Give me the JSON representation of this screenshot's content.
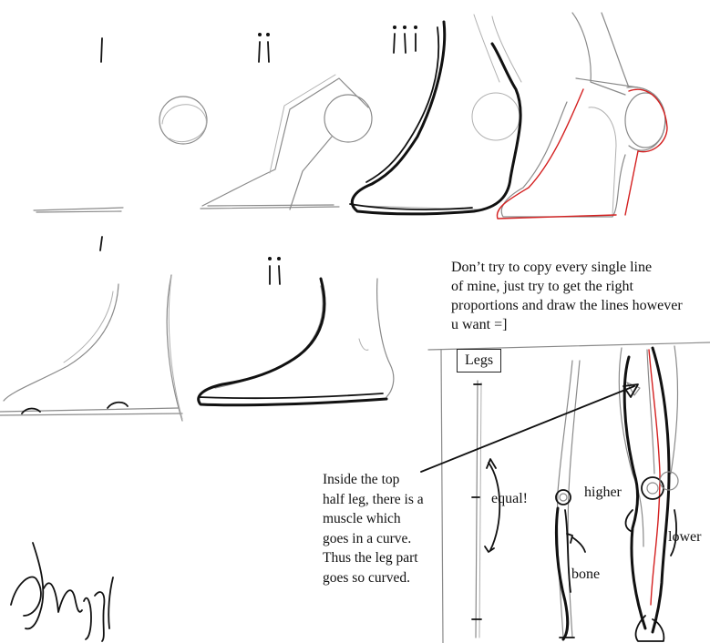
{
  "steps_top": [
    "i",
    "ii",
    "iii"
  ],
  "steps_bottom": [
    "i",
    "ii"
  ],
  "note_top": [
    "Don’t try to copy every single line",
    "of mine, just try to get the right",
    "proportions and draw the lines however",
    "u want =]"
  ],
  "legs_heading": "Legs",
  "note_left": [
    "Inside the top",
    "half leg, there is a",
    "muscle which",
    "goes in a curve.",
    "Thus the leg part",
    "goes so curved."
  ],
  "labels": {
    "equal": "equal!",
    "higher": "higher",
    "lower": "lower",
    "bone": "bone"
  },
  "colors": {
    "ink": "#111111",
    "pencil": "#8a8a8a",
    "red_line": "#d42020"
  }
}
